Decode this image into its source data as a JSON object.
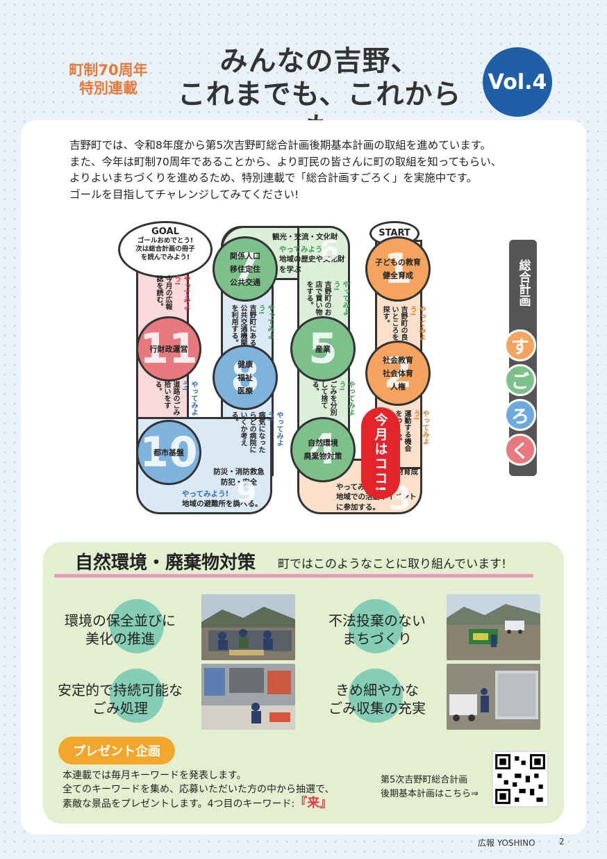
{
  "header": {
    "badge_line1": "町制70周年",
    "badge_line2": "特別連載",
    "title_line1": "みんなの吉野、",
    "title_line2": "これまでも、これからも",
    "volume": "Vol.4"
  },
  "intro": [
    "吉野町では、令和8年度から第5次吉野町総合計画後期基本計画の取組を進めています。",
    "また、今年は町制70周年であることから、より町民の皆さんに町の取組を知ってもらい、",
    "よりよいまちづくりを進めるため、特別連載で「総合計画すごろく」を実施中です。",
    "ゴールを目指してチャレンジしてみてください!"
  ],
  "board": {
    "goal_title": "GOAL",
    "goal_text": "ゴールおめでとう!\n次は総合計画の冊子\nを読んでみよう!",
    "start": "START",
    "now_label": "今月はココ!",
    "squares": [
      {
        "num": "1",
        "label": "子どもの教育\n健全育成",
        "try": "やってみよう!",
        "task": "吉野町の良いところを探す。"
      },
      {
        "num": "2",
        "label": "社会教育\n社会体育\n人権",
        "try": "やってみよう!",
        "task": "運動する機会をつくる。"
      },
      {
        "num": "3",
        "label": "人材育成",
        "try": "やってみよう!",
        "task": "地域での活動やイベントに参加する。"
      },
      {
        "num": "4",
        "label": "自然環境\n廃棄物対策",
        "try": "やってみよう!",
        "task": "ごみを分別して捨てる。"
      },
      {
        "num": "5",
        "label": "産業",
        "try": "やってみよう!",
        "task": "吉野町のお店で買い物をする。"
      },
      {
        "num": "6",
        "label": "観光・交流・文化財",
        "try": "やってみよう!",
        "task": "地域の歴史や文化財を学ぶ"
      },
      {
        "num": "7",
        "label": "関係人口\n移住定住\n公共交通",
        "try": "やってみよう!",
        "task": "吉野町にある公共交通機関を利用する。"
      },
      {
        "num": "8",
        "label": "健康\n福祉\n医療",
        "try": "やってみよう!",
        "task": "病気になったらどの病院にいくか考える。"
      },
      {
        "num": "9",
        "label": "防災・消防救急\n防犯・安全",
        "try": "やってみよう!",
        "task": "地域の避難所を調べる。"
      },
      {
        "num": "10",
        "label": "都市基盤",
        "try": "やってみよう!",
        "task": "道路のごみ拾いをする。"
      },
      {
        "num": "11",
        "label": "行財政運営",
        "try": "やってみよう!",
        "task": "今月の広報誌を読む。"
      }
    ]
  },
  "side_label": {
    "top": "総合計画",
    "chars": [
      "す",
      "ご",
      "ろ",
      "く"
    ]
  },
  "section": {
    "title": "自然環境・廃棄物対策",
    "subtitle": "町ではこのようなことに取り組んでいます!",
    "topics": [
      "環境の保全並びに\n美化の推進",
      "不法投棄のない\nまちづくり",
      "安定的で持続可能な\nごみ処理",
      "きめ細やかな\nごみ収集の充実"
    ]
  },
  "present": {
    "title": "プレゼント企画",
    "line1": "本連載では毎月キーワードを発表します。",
    "line2": "全てのキーワードを集め、応募いただいた方の中から抽選で、",
    "line3": "素敵な景品をプレゼントします。4つ目のキーワード:",
    "keyword": "『来』",
    "qr_line1": "第5次吉野町総合計画",
    "qr_line2": "後期基本計画はこちら⇒"
  },
  "footer": {
    "publication": "広報 YOSHINO",
    "page": "2"
  },
  "colors": {
    "accent_blue": "#1f5fa8",
    "accent_orange": "#e7793a",
    "highlight_red": "#e3242b",
    "panel_green": "#e3efce",
    "topic_circle": "#84cdb7"
  }
}
